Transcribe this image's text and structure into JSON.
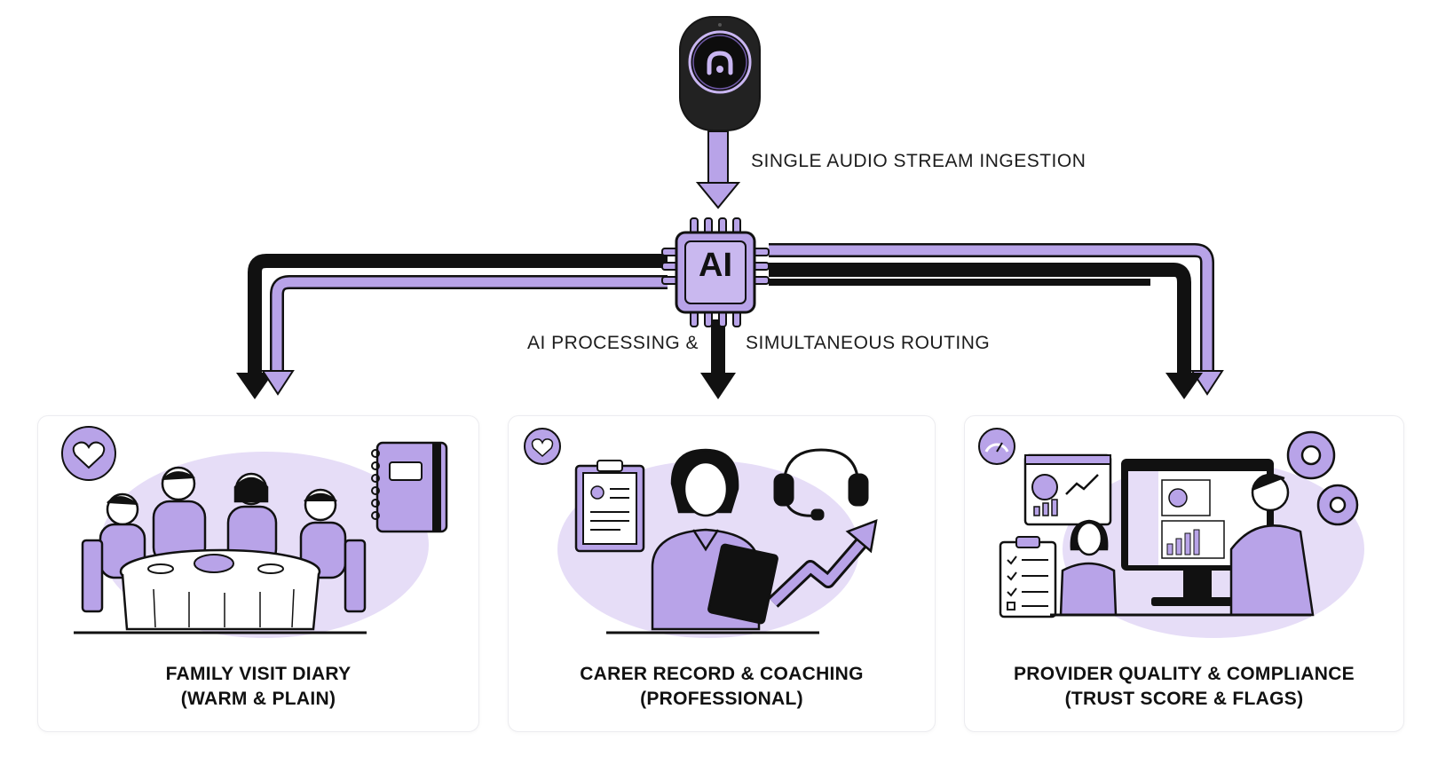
{
  "flow": {
    "ingestion_label": "SINGLE AUDIO STREAM INGESTION",
    "chip_label": "AI",
    "processing_label_left": "AI PROCESSING &",
    "processing_label_right": "SIMULTANEOUS ROUTING"
  },
  "outputs": [
    {
      "title_line1": "FAMILY VISIT DIARY",
      "title_line2": "(WARM & PLAIN)"
    },
    {
      "title_line1": "CARER RECORD & COACHING",
      "title_line2": "(PROFESSIONAL)"
    },
    {
      "title_line1": "PROVIDER QUALITY & COMPLIANCE",
      "title_line2": "(TRUST SCORE & FLAGS)"
    }
  ],
  "colors": {
    "accent": "#b8a3e8",
    "accent_light": "#e6ddf7",
    "ink": "#111111",
    "device": "#161616"
  },
  "icons": [
    "audio-device-icon",
    "ai-chip-icon",
    "heart-icon",
    "notebook-icon",
    "family-dinner-icon",
    "clipboard-icon",
    "carer-icon",
    "headset-icon",
    "growth-arrow-icon",
    "gauge-icon",
    "dashboard-icon",
    "checklist-icon",
    "monitor-icon",
    "gear-icon",
    "reviewers-icon"
  ]
}
